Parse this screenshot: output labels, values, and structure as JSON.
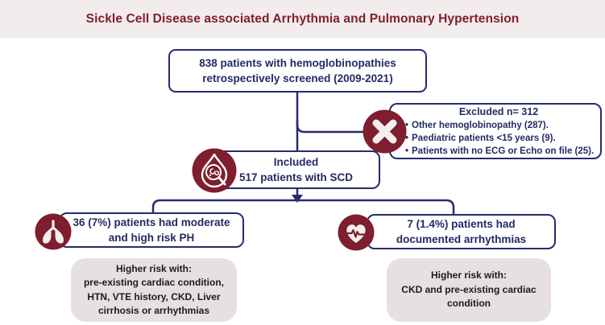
{
  "title": "Sickle Cell Disease associated Arrhythmia and Pulmonary Hypertension",
  "colors": {
    "maroon": "#7E1E2E",
    "navy": "#252C6E",
    "title_band_bg": "#F2ECEC",
    "gray_box_bg": "#E7E0E0",
    "page_bg": "#FFFFFF",
    "dark_text": "#1B1B1B"
  },
  "flowchart": {
    "screened_box": {
      "lines": [
        "838 patients with hemoglobinopathies",
        "retrospectively screened (2009-2021)"
      ]
    },
    "excluded_box": {
      "heading": "Excluded n= 312",
      "bullets": [
        "Other hemoglobinopathy (287).",
        "Paediatric patients <15 years (9).",
        "Patients with no ECG or Echo on file (25)."
      ]
    },
    "included_box": {
      "lines": [
        "Included",
        "517 patients with SCD"
      ]
    },
    "ph_box": {
      "lines": [
        "36 (7%) patients had moderate",
        "and high risk PH"
      ]
    },
    "arrhythmia_box": {
      "lines": [
        "7 (1.4%) patients had",
        "documented arrhythmias"
      ]
    },
    "ph_risk_box": {
      "lines": [
        "Higher risk with:",
        "pre-existing cardiac condition,",
        "HTN, VTE history, CKD, Liver",
        "cirrhosis or arrhythmias"
      ]
    },
    "arrhythmia_risk_box": {
      "lines": [
        "Higher risk with:",
        "CKD and pre-existing cardiac",
        "condition"
      ]
    }
  },
  "icons": {
    "excluded": "x-cross-icon",
    "included": "blood-drop-magnifier-icon",
    "ph": "lungs-icon",
    "arrhythmia": "heart-ecg-icon"
  }
}
